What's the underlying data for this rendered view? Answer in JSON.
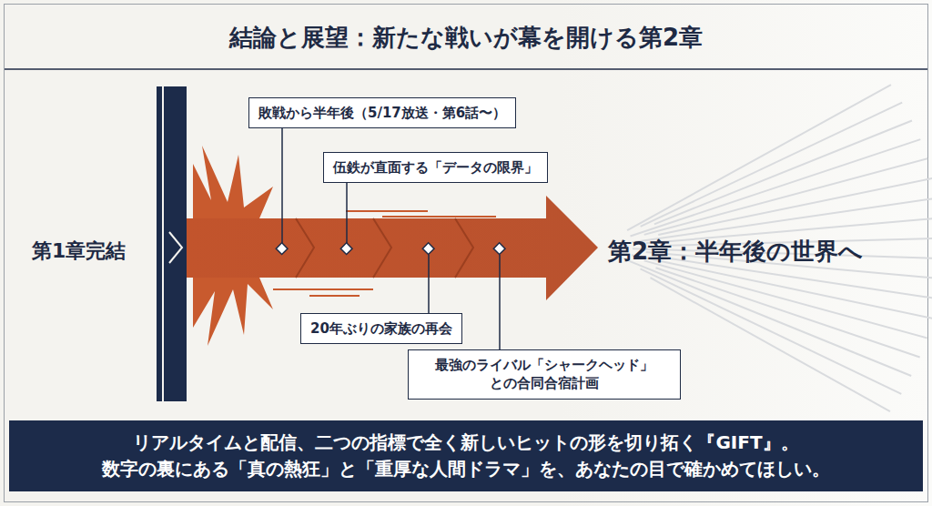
{
  "diagram": {
    "title": "結論と展望：新たな戦いが幕を開ける第2章",
    "caption": "リアルタイムと配信、二つの指標で全く新しいヒットの形を切り拓く『GIFT』。 数字の裏にある「真の熱狂」と「重厚な人間ドラマ」を、あなたの目で確かめてほしい。",
    "nodes": [
      {
        "text": [
          "敗戦から半年後（5/17放送・第6話〜）"
        ]
      },
      {
        "text": [
          "伍鉄が直面する「データの限界」"
        ]
      },
      {
        "text": [
          "20年ぶりの家族の再会"
        ]
      },
      {
        "text": [
          "最強のライバル「シャークヘッド」 との合同合宿計画"
        ]
      }
    ],
    "labels": [
      "第1章完結",
      "第2章：半年後の世界へ"
    ]
  }
}
